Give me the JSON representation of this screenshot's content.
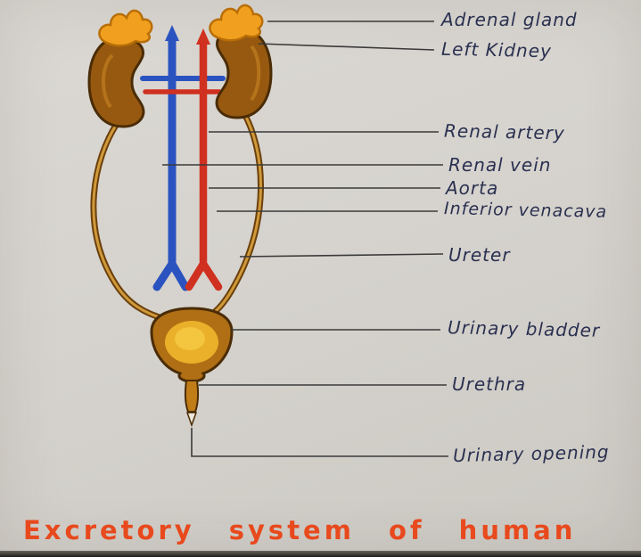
{
  "title": {
    "text": "Excretory system of human"
  },
  "labels": [
    {
      "id": "adrenal-gland",
      "text": "Adrenal gland"
    },
    {
      "id": "left-kidney",
      "text": "Left Kidney"
    },
    {
      "id": "renal-artery",
      "text": "Renal artery"
    },
    {
      "id": "renal-vein",
      "text": "Renal vein"
    },
    {
      "id": "aorta",
      "text": "Aorta"
    },
    {
      "id": "inferior-venacava",
      "text": "Inferior venacava"
    },
    {
      "id": "ureter",
      "text": "Ureter"
    },
    {
      "id": "urinary-bladder",
      "text": "Urinary bladder"
    },
    {
      "id": "urethra",
      "text": "Urethra"
    },
    {
      "id": "urinary-opening",
      "text": "Urinary opening"
    }
  ],
  "colors": {
    "artery_red": "#d03020",
    "vein_blue": "#2b53c0",
    "kidney_brown": "#96590f",
    "adrenal_orange": "#f0a01e",
    "bladder_gold": "#eab02a",
    "ureter_brown": "#6b3f0c",
    "ink": "#2a3050",
    "title_orange": "#e8491d",
    "paper": "#d6d3ce"
  }
}
